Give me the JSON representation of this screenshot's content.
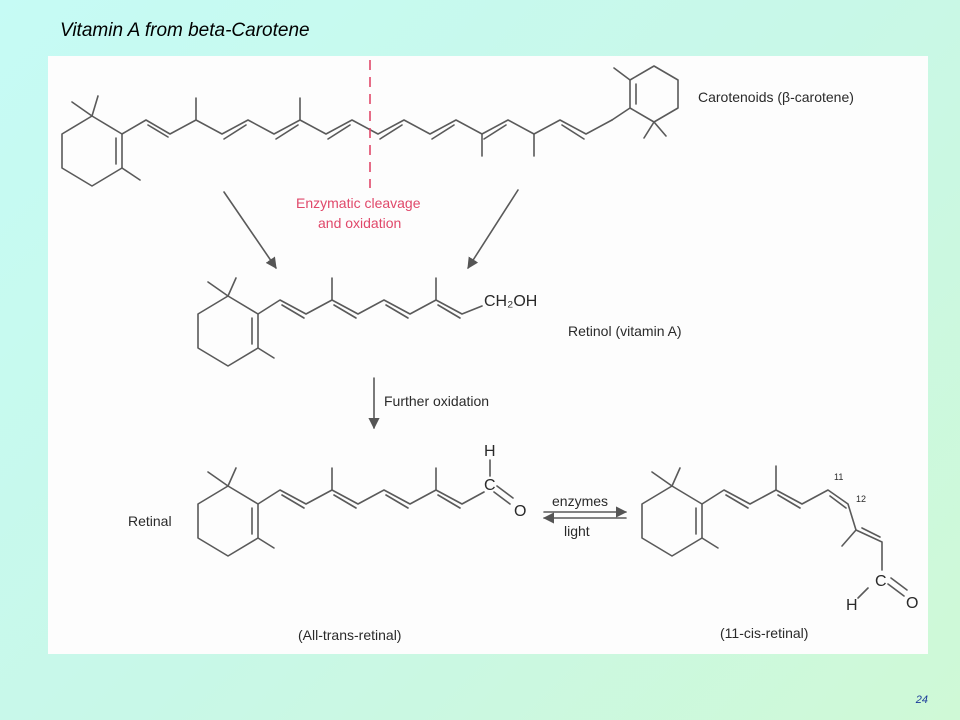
{
  "slide": {
    "title": "Vitamin A from beta-Carotene",
    "page_number": "24"
  },
  "diagram": {
    "carotenoid_label": "Carotenoids (β-carotene)",
    "cleavage_line1": "Enzymatic cleavage",
    "cleavage_line2": "and oxidation",
    "retinol_group": "CH₂OH",
    "retinol_label": "Retinol (vitamin A)",
    "further_oxidation": "Further oxidation",
    "retinal_label": "Retinal",
    "atom_H": "H",
    "atom_C": "C",
    "atom_O": "O",
    "enzymes_label": "enzymes",
    "light_label": "light",
    "all_trans_label": "(All-trans-retinal)",
    "cis_label": "(11-cis-retinal)",
    "position_11": "11",
    "position_12": "12"
  },
  "colors": {
    "cleavage_text": "#e0486a",
    "cleavage_line": "#e0486a"
  }
}
